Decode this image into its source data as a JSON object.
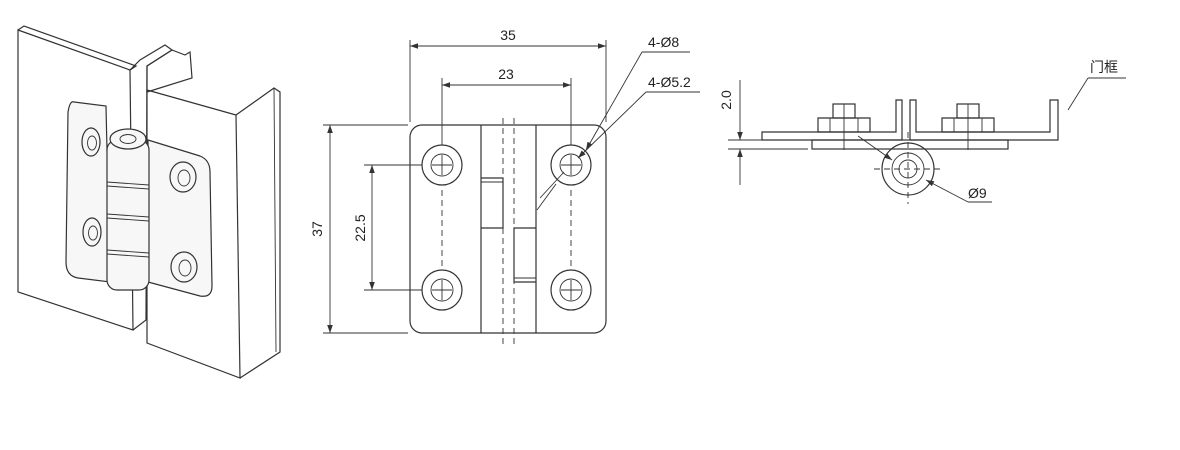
{
  "drawing": {
    "front_view": {
      "width_label": "35",
      "hole_spacing_x_label": "23",
      "height_label": "37",
      "hole_spacing_y_label": "22.5",
      "countersink_label": "4-Ø8",
      "through_hole_label": "4-Ø5.2"
    },
    "side_view": {
      "thickness_label": "2.0",
      "knuckle_label": "Ø9",
      "frame_label": "门框"
    },
    "colors": {
      "line": "#333333",
      "background": "#ffffff"
    }
  }
}
